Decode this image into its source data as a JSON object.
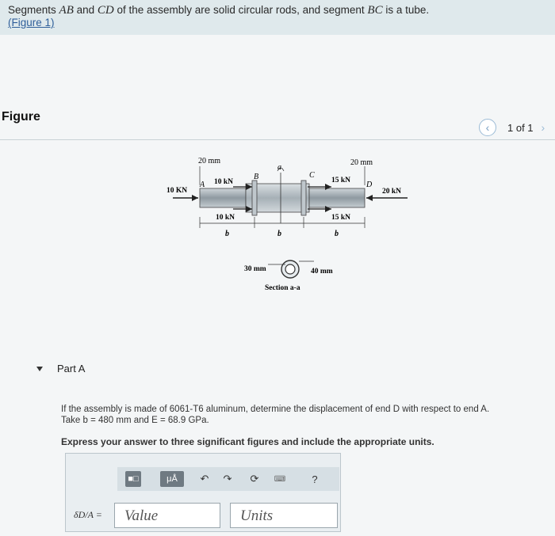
{
  "header": {
    "question_prefix": "Segments ",
    "seg1": "AB",
    "and": " and ",
    "seg2": "CD",
    "question_middle": " of the assembly are solid circular rods, and segment ",
    "seg3": "BC",
    "question_suffix": " is a tube.",
    "figure_link": "(Figure 1)"
  },
  "figure_panel": {
    "title": "Figure",
    "pager": "1 of 1",
    "prev_icon": "chevron-left-icon",
    "next_icon": "chevron-right-icon"
  },
  "diagram": {
    "dim_left": "20 mm",
    "dim_right": "20 mm",
    "force_left_end": "10 KN",
    "point_a": "A",
    "point_b": "B",
    "point_c": "C",
    "point_d": "D",
    "label_a_section": "a",
    "force_b_top": "10 kN",
    "force_b_bottom": "10 kN",
    "force_c_top": "15 kN",
    "force_c_bottom": "15 kN",
    "force_right_end": "20 kN",
    "len_b1": "b",
    "len_b2": "b",
    "len_b3": "b",
    "section_inner": "30 mm",
    "section_outer": "40 mm",
    "section_caption": "Section a-a"
  },
  "part": {
    "label": "Part A",
    "problem_line1": "If the assembly is made of 6061-T6 aluminum, determine the displacement of end D with respect to end A.",
    "problem_line2": "Take b = 480  mm and E = 68.9 GPa.",
    "instruction": "Express your answer to three significant figures and include the appropriate units."
  },
  "answer": {
    "variable": "δD/A =",
    "value_placeholder": "Value",
    "units_placeholder": "Units",
    "mu_label": "μÅ",
    "help": "?"
  }
}
